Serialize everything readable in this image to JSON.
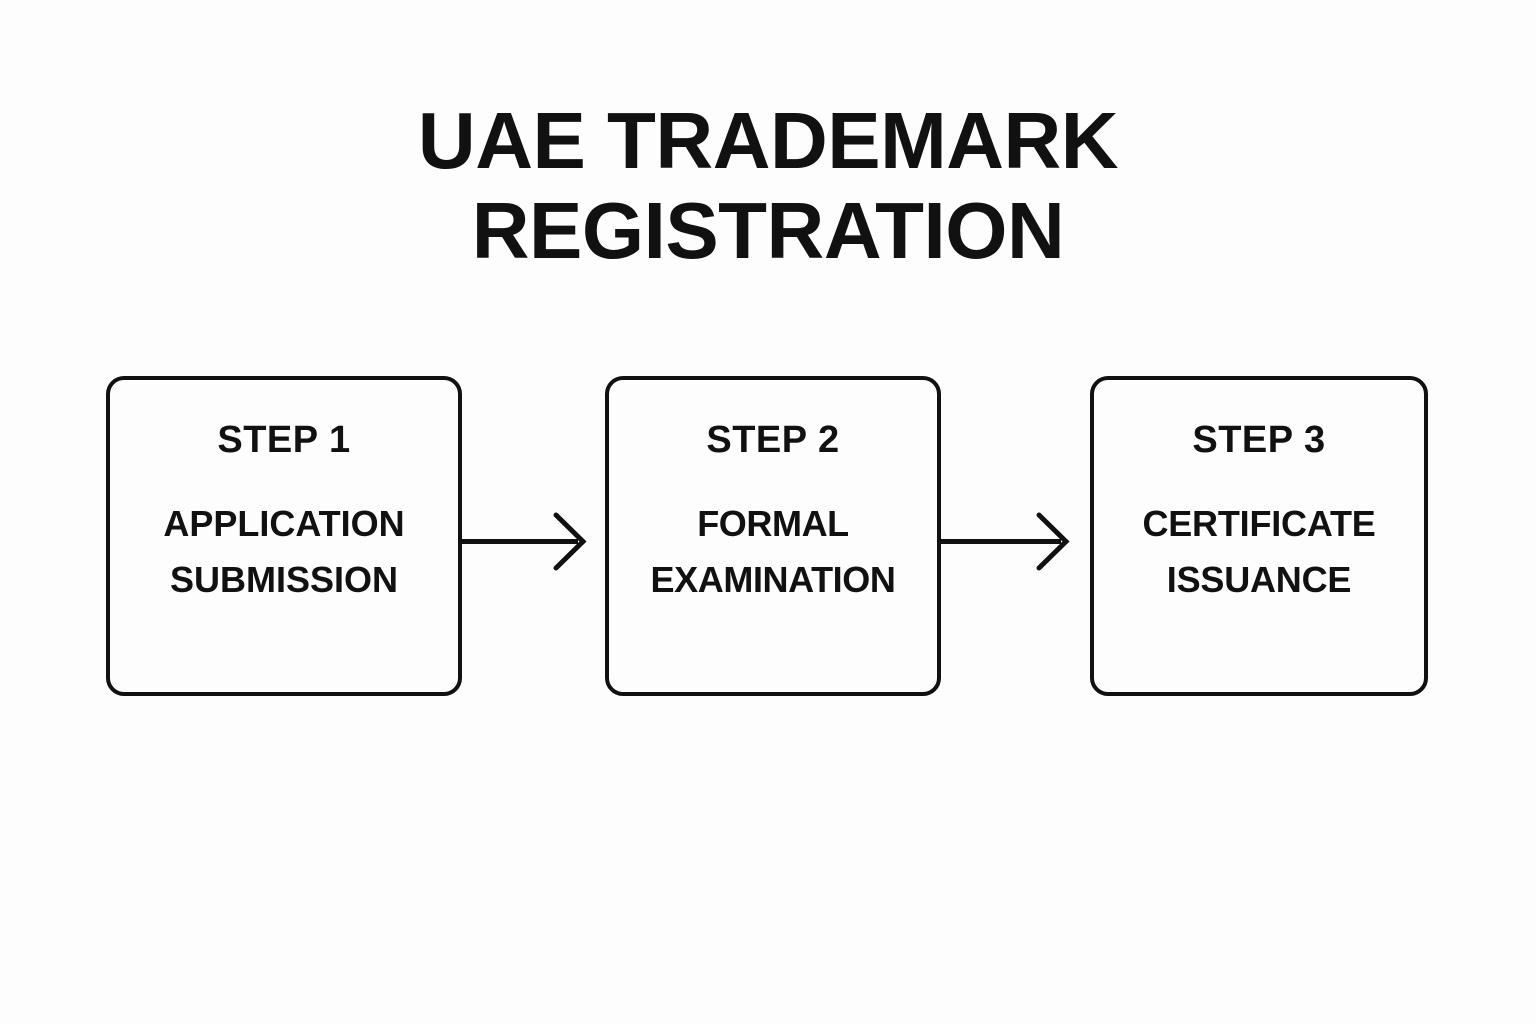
{
  "theme": {
    "background_color": "#fdfdfd",
    "ink_color": "#111111",
    "box_border_color": "#111111",
    "box_fill_color": "#fdfdfd"
  },
  "title": {
    "full_text": "UAE TRADEMARK REGISTRATION",
    "display_text": "UAE TRADEMARK\nREGISTRATION",
    "line_1": "UAE TRADEMARK",
    "line_2": "REGISTRATION"
  },
  "flow": {
    "orientation": "horizontal",
    "step_count": 3,
    "steps": [
      {
        "heading": "STEP 1",
        "body": "APPLICATION\nSUBMISSION",
        "body_line_1": "APPLICATION",
        "body_line_2": "SUBMISSION",
        "body_text": "APPLICATION SUBMISSION"
      },
      {
        "heading": "STEP 2",
        "body": "FORMAL\nEXAMINATION",
        "body_line_1": "FORMAL",
        "body_line_2": "EXAMINATION",
        "body_text": "FORMAL EXAMINATION"
      },
      {
        "heading": "STEP 3",
        "body": "CERTIFICATE\nISSUANCE",
        "body_line_1": "CERTIFICATE",
        "body_line_2": "ISSUANCE",
        "body_text": "CERTIFICATE ISSUANCE"
      }
    ],
    "connectors": [
      {
        "icon": "arrow-right-icon",
        "from": "STEP 1",
        "to": "STEP 2",
        "style": "open-chevron"
      },
      {
        "icon": "arrow-right-icon",
        "from": "STEP 2",
        "to": "STEP 3",
        "style": "open-chevron"
      }
    ]
  },
  "chart_data": {
    "type": "table",
    "title": "UAE TRADEMARK REGISTRATION",
    "categories": [
      "STEP 1",
      "STEP 2",
      "STEP 3"
    ],
    "values": [
      "APPLICATION SUBMISSION",
      "FORMAL EXAMINATION",
      "CERTIFICATE ISSUANCE"
    ]
  }
}
